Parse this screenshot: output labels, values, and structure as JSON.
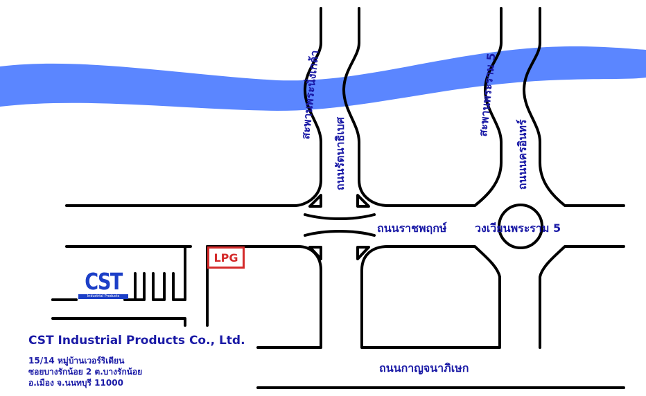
{
  "roads": {
    "top_left_bridge": "สะพานพระนั่งเกล้า",
    "rattanathibet": "ถนนรัตนาธิเบศ",
    "phra_ram5_bridge": "สะพานพระราม 5",
    "nakhon_in": "ถนนนครอินทร์",
    "ratchaphruek": "ถนนราชพฤกษ์",
    "roundabout": "วงเวียนพระราม 5",
    "kanchanaphisek": "ถนนกาญจนาภิเษก"
  },
  "markers": {
    "lpg": "LPG"
  },
  "logo": {
    "text": "CST",
    "subtext": "Industrial Products"
  },
  "company": {
    "name": "CST Industrial Products Co., Ltd.",
    "address_line1": "15/14 หมู่บ้านเวอร์ริเดียน",
    "address_line2": "ซอยบางรักน้อย 2 ต.บางรักน้อย",
    "address_line3": "อ.เมือง จ.นนทบุรี 11000"
  },
  "colors": {
    "river": "#5b86ff",
    "road_line": "#000000",
    "label_text": "#1a1aa6",
    "lpg_marker": "#d42a2a",
    "logo_blue": "#1c3fc7"
  }
}
